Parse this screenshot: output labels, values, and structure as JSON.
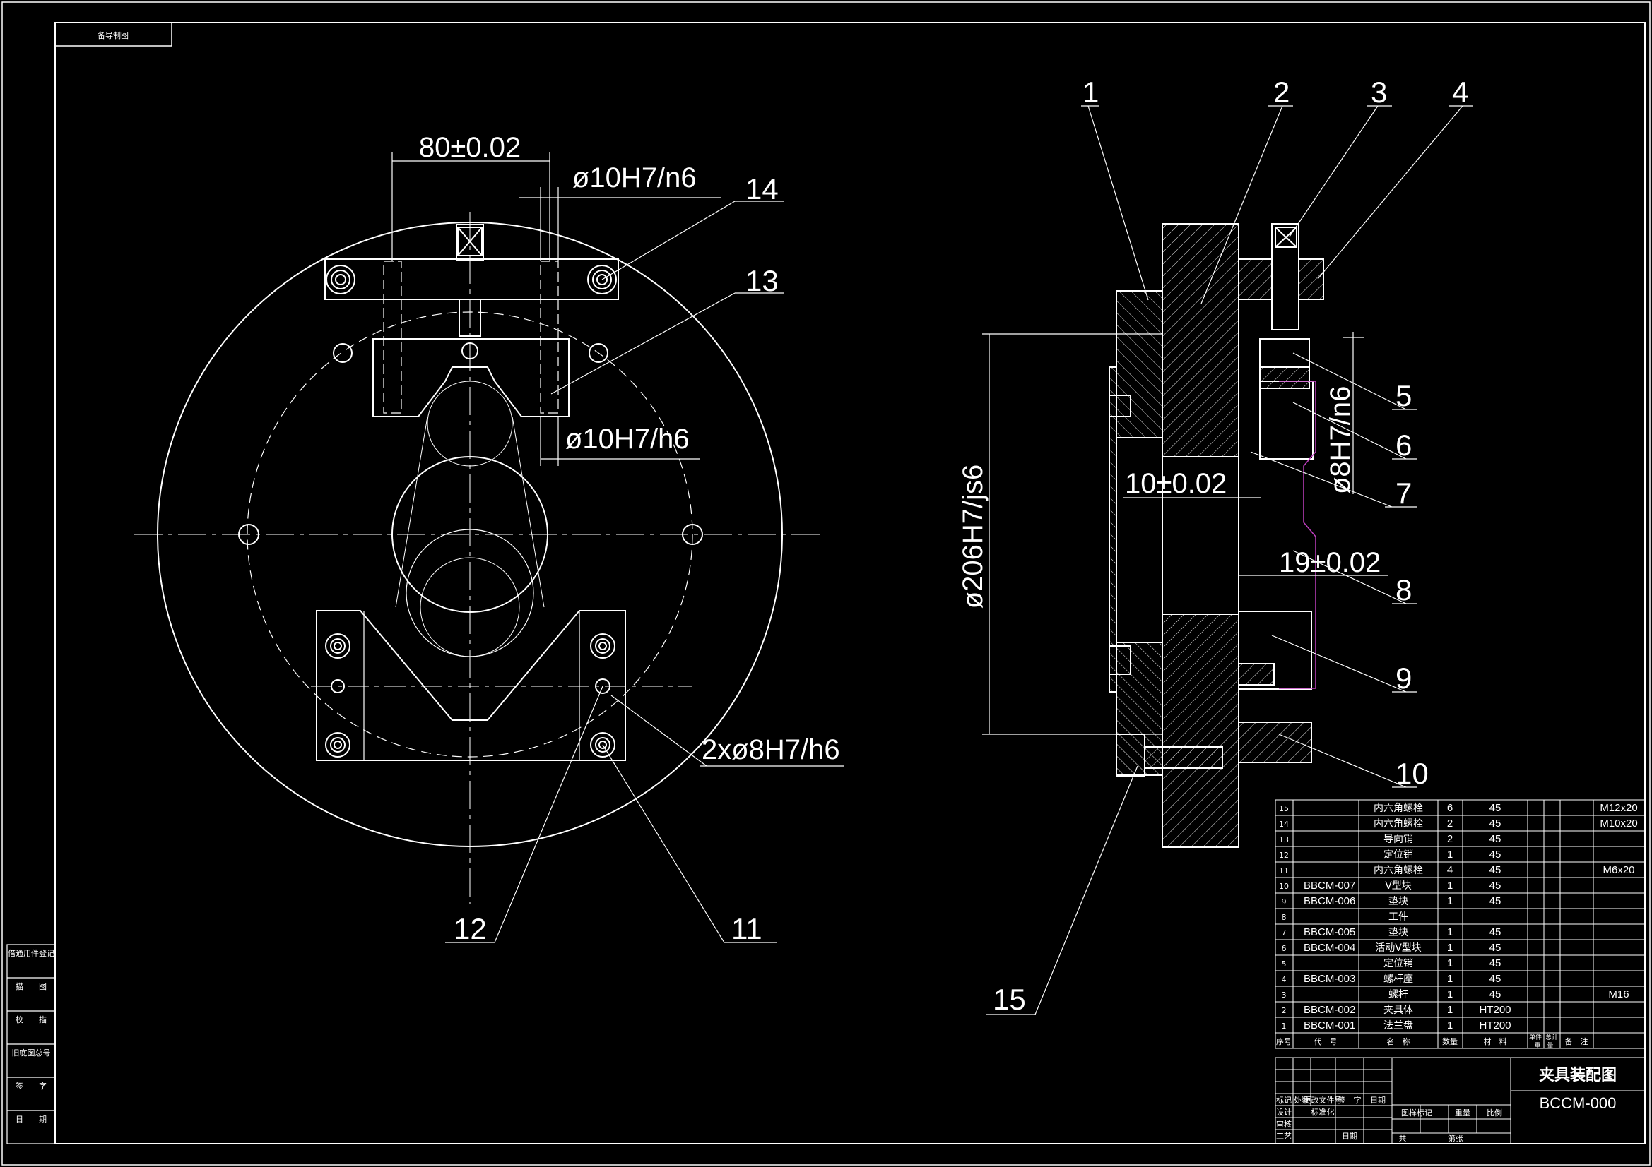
{
  "drawing": {
    "corner_tag": "备导制图",
    "dimensions": {
      "d_80": "80±0.02",
      "d_10h7n6": "ø10H7/n6",
      "d_10h7h6": "ø10H7/h6",
      "d_2x8": "2xø8H7/h6",
      "d_206": "ø206H7/js6",
      "d_10": "10±0.02",
      "d_19": "19±0.02",
      "d_8": "ø8H7/n6"
    },
    "balloons": [
      "1",
      "2",
      "3",
      "4",
      "5",
      "6",
      "7",
      "8",
      "9",
      "10",
      "11",
      "12",
      "13",
      "14",
      "15"
    ],
    "side_table": [
      "借通用件登记",
      "描　　图",
      "校　　描",
      "旧底图总号",
      "签　　字",
      "日　　期"
    ]
  },
  "bom": {
    "rows": [
      {
        "no": "15",
        "code": "",
        "name": "内六角螺栓",
        "qty": "6",
        "mat": "45",
        "note": "M12x20"
      },
      {
        "no": "14",
        "code": "",
        "name": "内六角螺栓",
        "qty": "2",
        "mat": "45",
        "note": "M10x20"
      },
      {
        "no": "13",
        "code": "",
        "name": "导向销",
        "qty": "2",
        "mat": "45",
        "note": ""
      },
      {
        "no": "12",
        "code": "",
        "name": "定位销",
        "qty": "1",
        "mat": "45",
        "note": ""
      },
      {
        "no": "11",
        "code": "",
        "name": "内六角螺栓",
        "qty": "4",
        "mat": "45",
        "note": "M6x20"
      },
      {
        "no": "10",
        "code": "BBCM-007",
        "name": "V型块",
        "qty": "1",
        "mat": "45",
        "note": ""
      },
      {
        "no": "9",
        "code": "BBCM-006",
        "name": "垫块",
        "qty": "1",
        "mat": "45",
        "note": ""
      },
      {
        "no": "8",
        "code": "",
        "name": "工件",
        "qty": "",
        "mat": "",
        "note": ""
      },
      {
        "no": "7",
        "code": "BBCM-005",
        "name": "垫块",
        "qty": "1",
        "mat": "45",
        "note": ""
      },
      {
        "no": "6",
        "code": "BBCM-004",
        "name": "活动V型块",
        "qty": "1",
        "mat": "45",
        "note": ""
      },
      {
        "no": "5",
        "code": "",
        "name": "定位销",
        "qty": "1",
        "mat": "45",
        "note": ""
      },
      {
        "no": "4",
        "code": "BBCM-003",
        "name": "螺杆座",
        "qty": "1",
        "mat": "45",
        "note": ""
      },
      {
        "no": "3",
        "code": "",
        "name": "螺杆",
        "qty": "1",
        "mat": "45",
        "note": "M16"
      },
      {
        "no": "2",
        "code": "BBCM-002",
        "name": "夹具体",
        "qty": "1",
        "mat": "HT200",
        "note": ""
      },
      {
        "no": "1",
        "code": "BBCM-001",
        "name": "法兰盘",
        "qty": "1",
        "mat": "HT200",
        "note": ""
      }
    ],
    "header": {
      "no": "序号",
      "code": "代　号",
      "name": "名　称",
      "qty": "数量",
      "mat": "材　料",
      "weight_single": "单件",
      "weight_total": "总计",
      "weight": "重　量",
      "note": "备　注"
    }
  },
  "title_block": {
    "title": "夹具装配图",
    "drawing_no": "BCCM-000",
    "labels": {
      "mark": "标记",
      "count": "处数",
      "file": "更改文件号",
      "sign": "签　字",
      "date": "日期",
      "design": "设计",
      "standard": "标准化",
      "stage": "图样标记",
      "weight": "重量",
      "scale": "比例",
      "check": "审核",
      "craft": "工艺",
      "approve": "日期",
      "sheets": "共",
      "sheet": "第张"
    }
  },
  "colors": {
    "line": "#ffffff",
    "background": "#000000",
    "accent": "#c040c0"
  }
}
